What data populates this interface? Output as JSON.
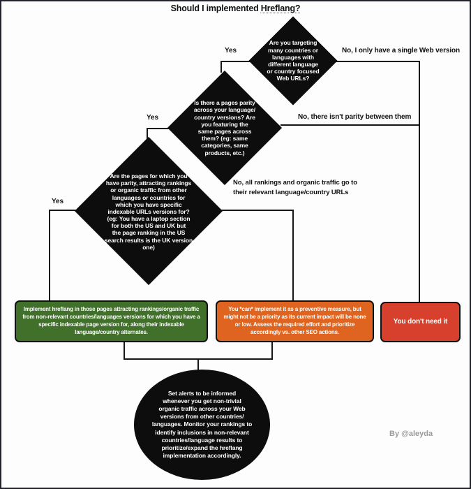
{
  "page": {
    "title_part1": "Should I implemented ",
    "title_part2": "Hreflang?",
    "credit": "By @aleyda"
  },
  "diamonds": {
    "targeting": {
      "question": "Are you targeting\nmany countries or\nlanguages with\ndifferent language\nor country focused\nWeb URLs?"
    },
    "parity": {
      "question": "Is there a pages parity\nacross your language/\ncountry versions? Are\nyou featuring the\nsame pages across\nthem? (eg: same\ncategories, same\nproducts, etc.)"
    },
    "rankings": {
      "question": "Are the pages for which you\nhave parity, attracting rankings\nor organic traffic from other\nlanguages  or countries for\nwhich you have specific\nindexable URLs versions for?\n(eg: You have a laptop section\nfor both the US and UK but\nthe page ranking in the US\nsearch results is the UK version\none)"
    }
  },
  "edge_labels": {
    "yes1": "Yes",
    "yes2": "Yes",
    "yes3": "Yes",
    "no_single_version": "No, I only have a single Web version",
    "no_parity": "No, there isn't parity between them",
    "no_rankings": "No, all rankings and organic traffic go to\ntheir relevant language/country URLs"
  },
  "outcomes": {
    "implement": "Implement hreflang in those pages attracting rankings/organic traffic from non-relevant countries/languages versions for which you have a specific indexable page version for, along their indexable language/country alternates.",
    "preventive": "You *can* implement it as a preventive measure, but might not be a priority as its current impact will be none or low. Assess the required effort and prioritize accordingly vs. other SEO actions.",
    "not_needed": "You don't need it"
  },
  "followup_note": "Set alerts to be informed\nwhenever you get non-trivial\norganic traffic across your Web\nversions from other countries/\nlanguages. Monitor your rankings to\nidentify inclusions in non-relevant\ncountries/language results to\nprioritize/expand the hreflang\nimplementation accordingly.",
  "colors": {
    "implement_green": "#41702b",
    "preventive_orange": "#df6420",
    "not_needed_red": "#d7402c",
    "node_black": "#0d0d0d"
  }
}
